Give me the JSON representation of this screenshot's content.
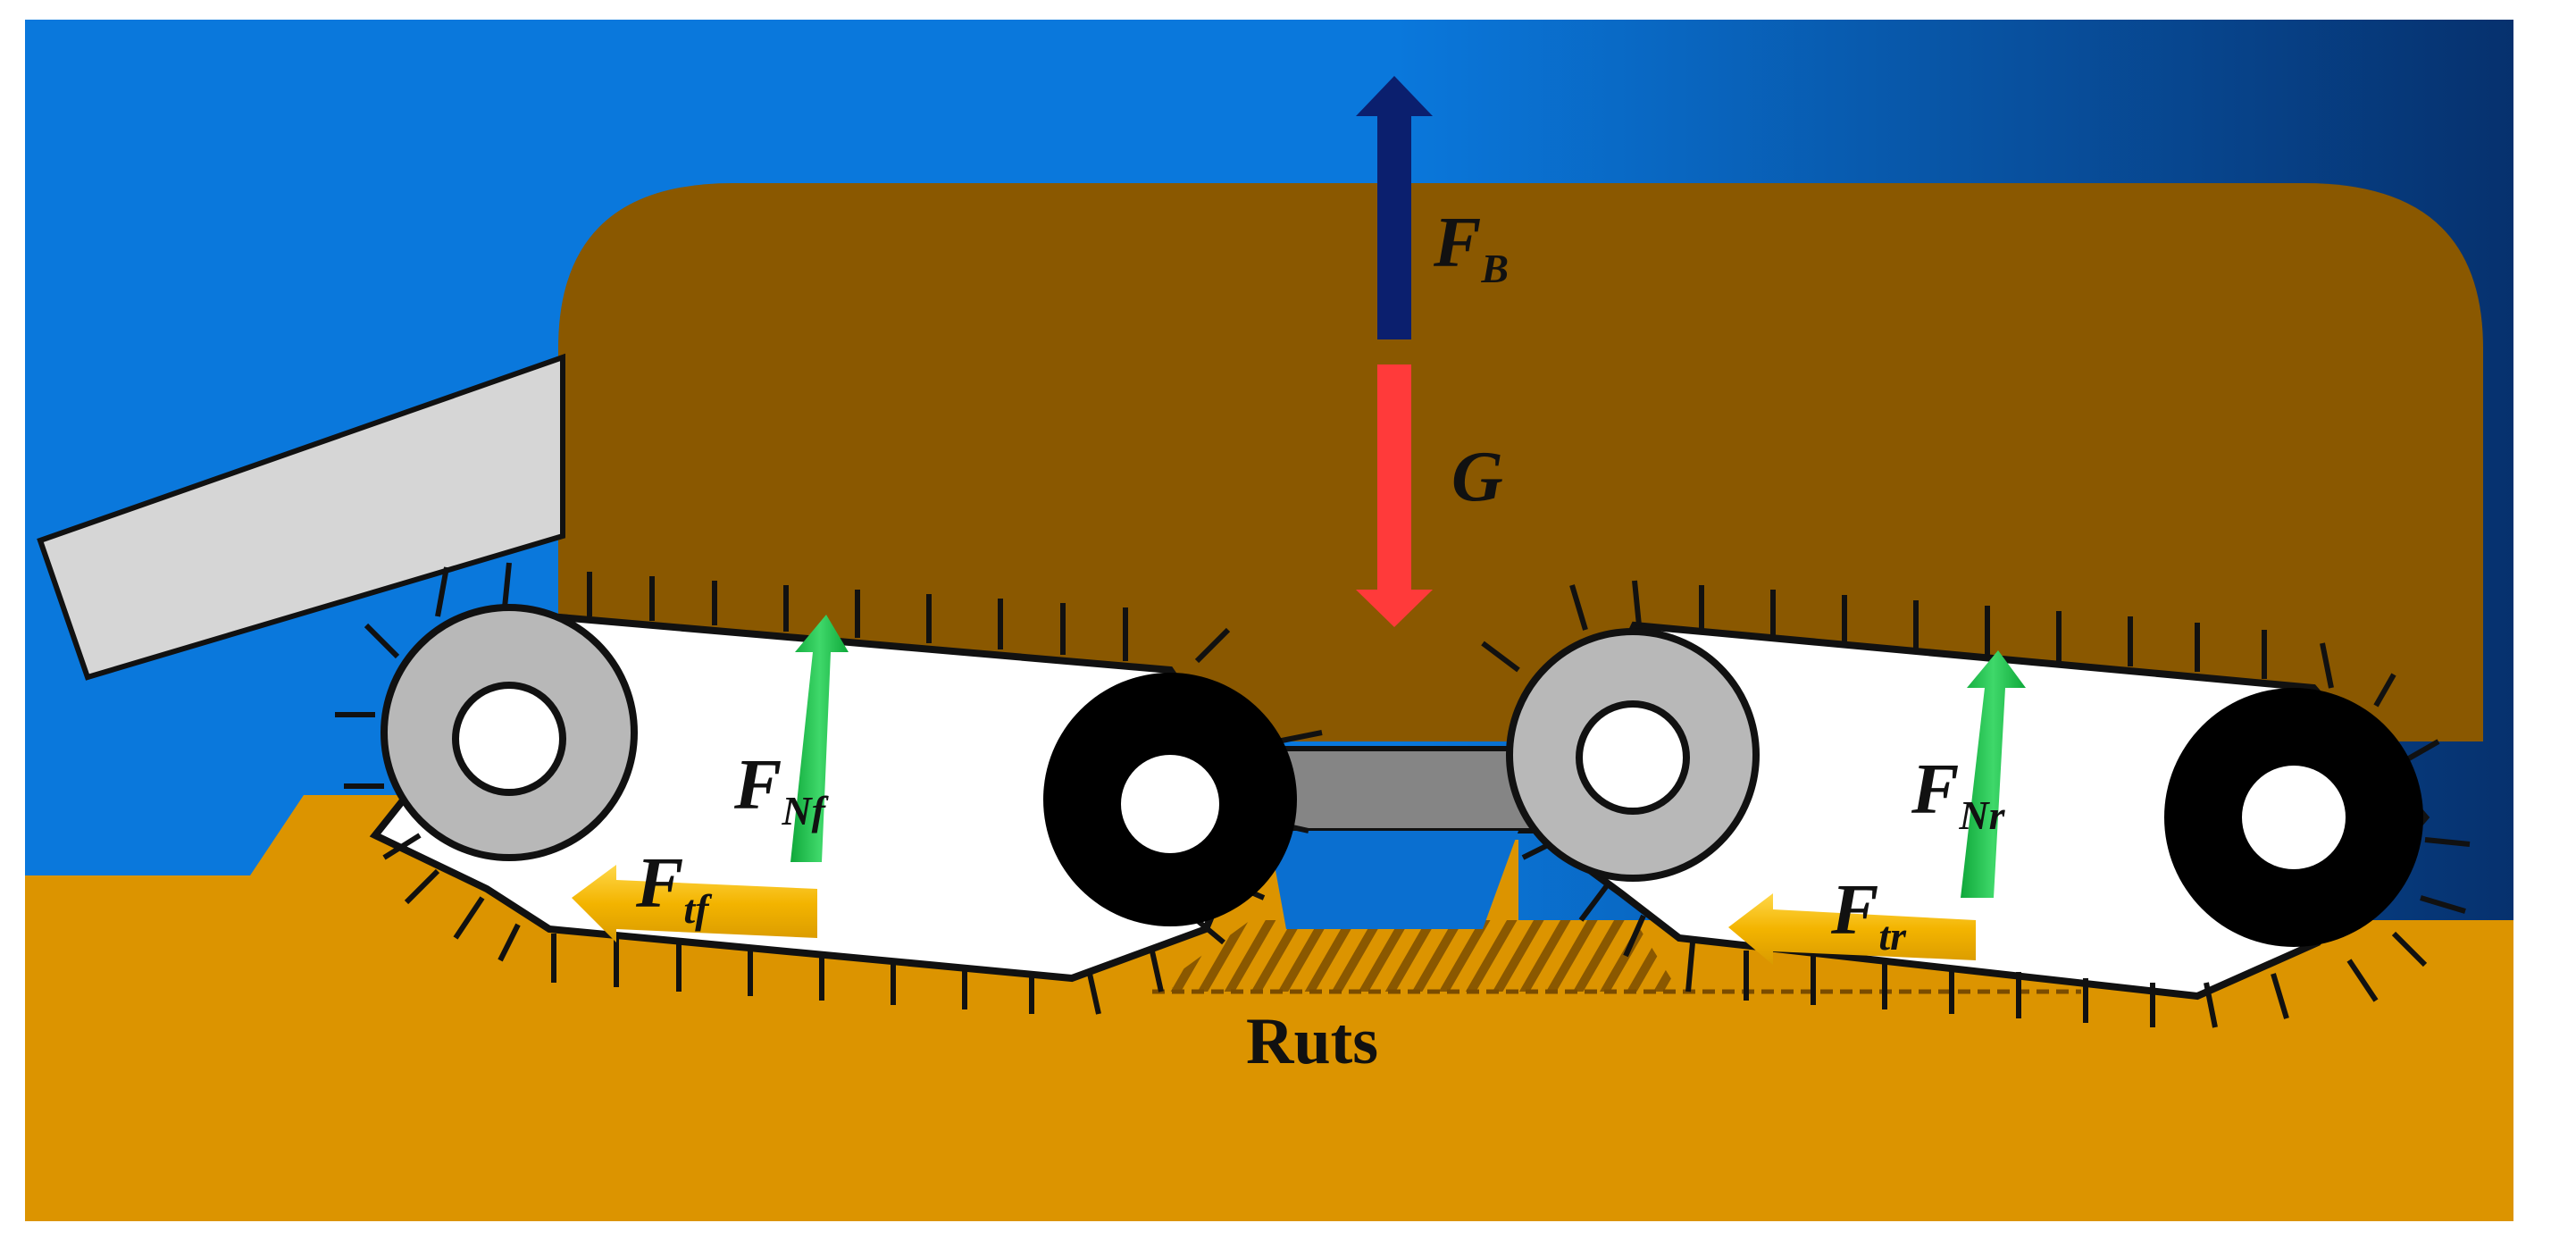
{
  "colors": {
    "water_left": "#0a78dc",
    "water_right": "#06316e",
    "soil": "#dc9400",
    "body": "#8a5800",
    "arm": "#d6d6d6",
    "beam": "#858585",
    "idler": "#b8b8b8",
    "drive_wheel": "#000000",
    "track_fill": "#ffffff",
    "buoyancy_arrow": "#0b1f6e",
    "gravity_arrow": "#ff3a3a",
    "normal_force_arrow": "#1fbf4a",
    "traction_arrow": "#f3b400",
    "rut_hatch": "#8a5800"
  },
  "labels": {
    "buoyancy": {
      "main": "F",
      "sub": "B"
    },
    "gravity": "G",
    "normal_front": {
      "main": "F",
      "sub": "Nf"
    },
    "normal_rear": {
      "main": "F",
      "sub": "Nr"
    },
    "traction_front": {
      "main": "F",
      "sub": "tf"
    },
    "traction_rear": {
      "main": "F",
      "sub": "tr"
    },
    "ruts": "Ruts"
  },
  "icons": {
    "force_arrow": "arrow",
    "wheel": "circle"
  }
}
